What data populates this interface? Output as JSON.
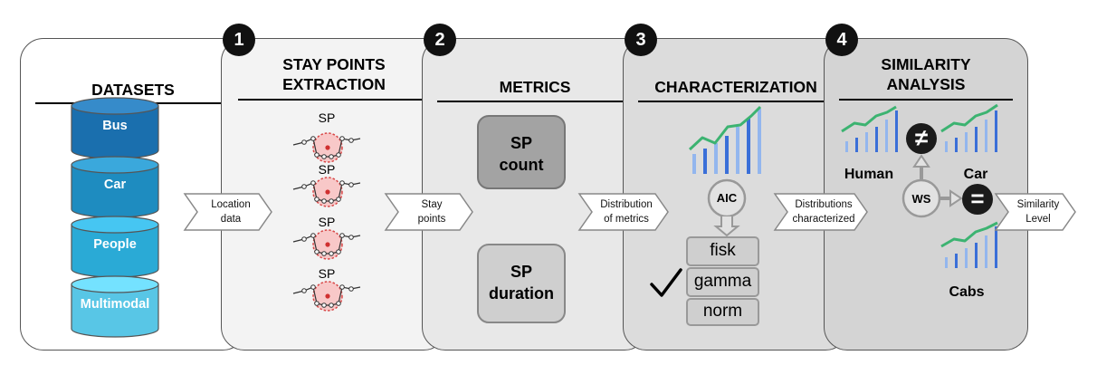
{
  "panels": {
    "datasets": {
      "title": "DATASETS",
      "items": [
        "Bus",
        "Car",
        "People",
        "Multimodal"
      ],
      "colors": [
        "#1a6fae",
        "#1e8cc0",
        "#2aaad6",
        "#58c6e6"
      ]
    },
    "stay_points": {
      "number": "1",
      "title_line1": "STAY POINTS",
      "title_line2": "EXTRACTION",
      "sp_label": "SP"
    },
    "metrics": {
      "number": "2",
      "title": "METRICS",
      "box1_line1": "SP",
      "box1_line2": "count",
      "box2_line1": "SP",
      "box2_line2": "duration"
    },
    "characterization": {
      "number": "3",
      "title": "CHARACTERIZATION",
      "aic": "AIC",
      "distributions": [
        "fisk",
        "gamma",
        "norm"
      ],
      "selected": "gamma"
    },
    "similarity": {
      "number": "4",
      "title_line1": "SIMILARITY",
      "title_line2": "ANALYSIS",
      "human": "Human",
      "car": "Car",
      "cabs": "Cabs",
      "ws": "WS",
      "not_equal": "≠",
      "equal": "="
    }
  },
  "arrows": [
    {
      "line1": "Location",
      "line2": "data"
    },
    {
      "line1": "Stay",
      "line2": "points"
    },
    {
      "line1": "Distribution",
      "line2": "of metrics"
    },
    {
      "line1": "Distributions",
      "line2": "characterized"
    },
    {
      "line1": "Similarity",
      "line2": "Level"
    }
  ],
  "colors": {
    "bar_dark": "#3a6fd8",
    "bar_light": "#93b6ee",
    "trend": "#3cb371",
    "sp_fill": "#f8c8c8",
    "sp_stroke": "#d84848"
  }
}
